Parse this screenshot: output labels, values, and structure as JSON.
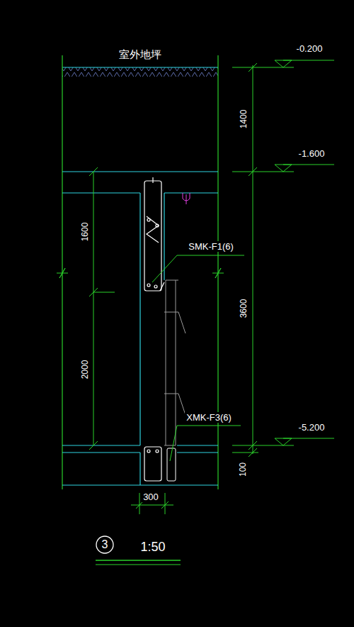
{
  "diagram": {
    "nodes": [
      {
        "text": [
          "3"
        ]
      }
    ],
    "labels": [
      "室外地坪",
      "-0.200",
      "1400",
      "-1.600",
      "1600",
      "SMK-F1(6)",
      "3600",
      "2000",
      "XMK-F3(6)",
      "-5.200",
      "100",
      "300",
      "1:50"
    ]
  }
}
